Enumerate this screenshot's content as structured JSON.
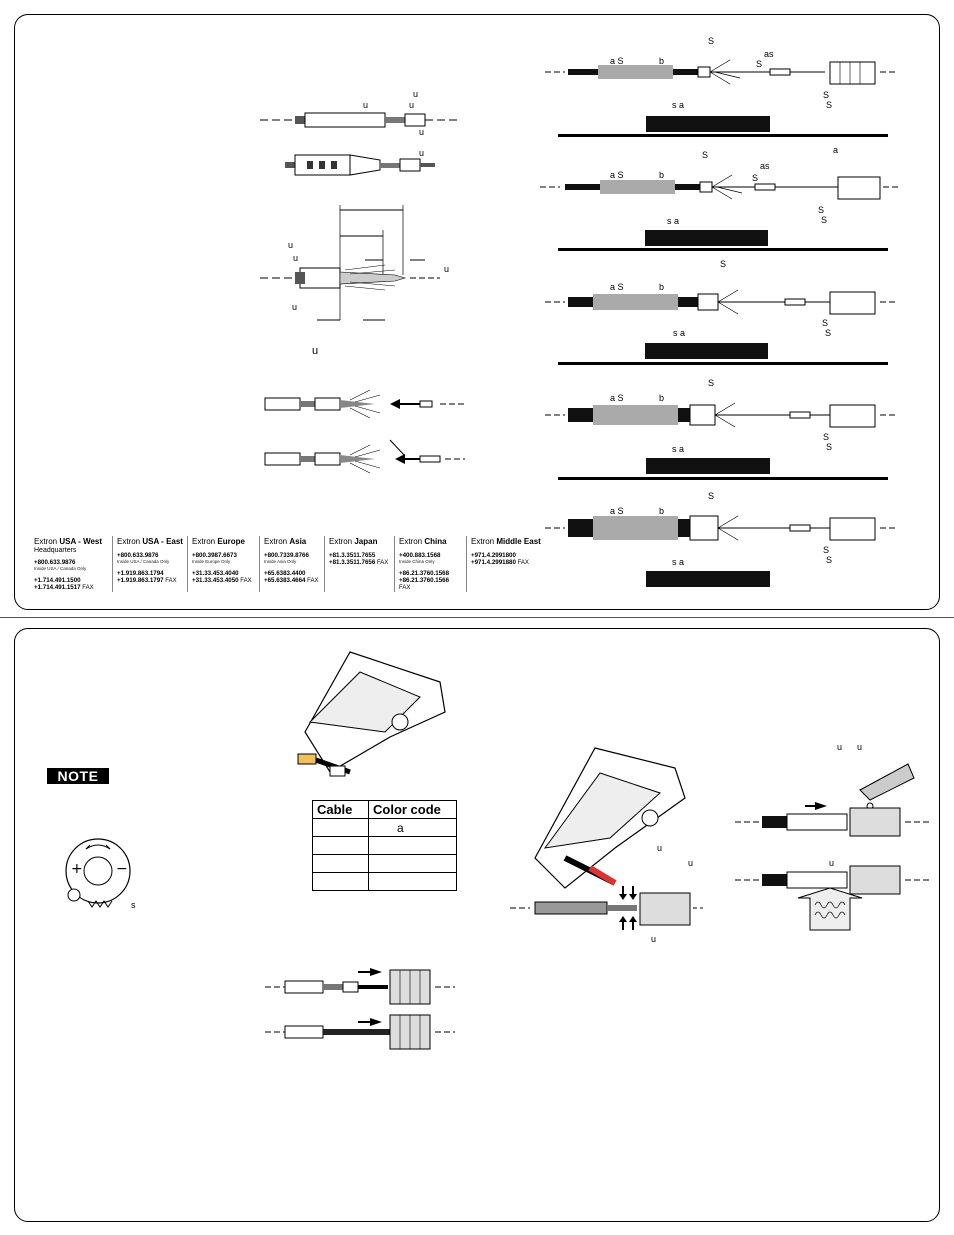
{
  "top_left_figure": {
    "label_u1": "u",
    "label_u2": "u",
    "label_u3": "u",
    "label_u4": "u",
    "label_u5": "u",
    "label_u6": "u",
    "label_u7": "u",
    "label_u8": "u",
    "label_u9": "u",
    "label_u10": "u"
  },
  "cable_diagrams": [
    {
      "a_s": "a S",
      "b": "b",
      "s_top": "S",
      "as": "as",
      "s_mid": "S",
      "s_a": "s a",
      "s_right1": "S",
      "s_right2": "S",
      "a_right": ""
    },
    {
      "a_s": "a S",
      "b": "b",
      "s_top": "S",
      "as": "as",
      "s_mid": "S",
      "s_a": "s a",
      "s_right1": "S",
      "s_right2": "S",
      "a_right": "a"
    },
    {
      "a_s": "a S",
      "b": "b",
      "s_top": "S",
      "as": "",
      "s_mid": "",
      "s_a": "s a",
      "s_right1": "S",
      "s_right2": "S",
      "a_right": ""
    },
    {
      "a_s": "a S",
      "b": "b",
      "s_top": "S",
      "as": "",
      "s_mid": "",
      "s_a": "s a",
      "s_right1": "S",
      "s_right2": "S",
      "a_right": ""
    },
    {
      "a_s": "a S",
      "b": "b",
      "s_top": "S",
      "as": "",
      "s_mid": "",
      "s_a": "s a",
      "s_right1": "S",
      "s_right2": "S",
      "a_right": ""
    }
  ],
  "contacts": [
    {
      "brand": "Extron",
      "region": "USA - West",
      "sub": "Headquarters",
      "phone1": "+800.633.9876",
      "note1": "Inside USA / Canada Only",
      "phone2": "+1.714.491.1500",
      "phone3": "+1.714.491.1517",
      "fax": "FAX"
    },
    {
      "brand": "Extron",
      "region": "USA - East",
      "sub": "",
      "phone1": "+800.633.9876",
      "note1": "Inside USA / Canada Only",
      "phone2": "+1.919.863.1794",
      "phone3": "+1.919.863.1797",
      "fax": "FAX"
    },
    {
      "brand": "Extron",
      "region": "Europe",
      "sub": "",
      "phone1": "+800.3987.6673",
      "note1": "Inside Europe Only",
      "phone2": "+31.33.453.4040",
      "phone3": "+31.33.453.4050",
      "fax": "FAX"
    },
    {
      "brand": "Extron",
      "region": "Asia",
      "sub": "",
      "phone1": "+800.7339.8766",
      "note1": "Inside Asia Only",
      "phone2": "+65.6383.4400",
      "phone3": "+65.6383.4664",
      "fax": "FAX"
    },
    {
      "brand": "Extron",
      "region": "Japan",
      "sub": "",
      "phone1": "+81.3.3511.7655",
      "note1": "",
      "phone2": "+81.3.3511.7656",
      "phone3": "",
      "fax": "FAX"
    },
    {
      "brand": "Extron",
      "region": "China",
      "sub": "",
      "phone1": "+400.883.1568",
      "note1": "Inside China Only",
      "phone2": "+86.21.3760.1568",
      "phone3": "+86.21.3760.1566",
      "fax": "FAX"
    },
    {
      "brand": "Extron",
      "region": "Middle East",
      "sub": "",
      "phone1": "+971.4.2991800",
      "note1": "",
      "phone2": "+971.4.2991880",
      "phone3": "",
      "fax": "FAX"
    }
  ],
  "bottom": {
    "note_label": "NOTE",
    "dial_label": "s",
    "crimp_u1": "u",
    "crimp_u2": "u",
    "crimp_u3": "u",
    "right_u1": "u",
    "right_u2": "u",
    "right_u3": "u",
    "table": {
      "headers": [
        "Cable",
        "Color code"
      ],
      "rows": [
        [
          "",
          "a"
        ],
        [
          "",
          ""
        ],
        [
          "",
          ""
        ],
        [
          "",
          ""
        ]
      ]
    }
  }
}
